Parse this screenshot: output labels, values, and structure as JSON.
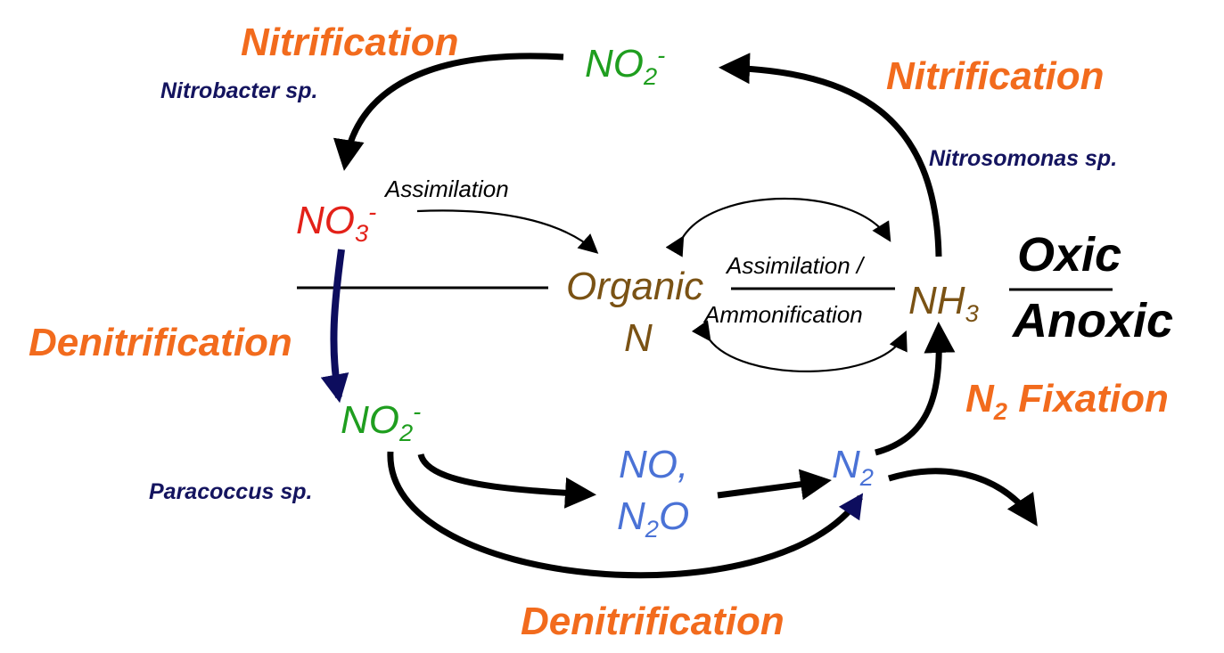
{
  "labels": {
    "nitrification_left": "Nitrification",
    "nitrification_right": "Nitrification",
    "denitrification_left": "Denitrification",
    "denitrification_bottom": "Denitrification",
    "n2_fixation_n": "N",
    "n2_fixation_sub": "2",
    "n2_fixation_rest": "Fixation",
    "nitrobacter": "Nitrobacter sp.",
    "nitrosomonas": "Nitrosomonas sp.",
    "paracoccus": "Paracoccus sp.",
    "assimilation_left": "Assimilation",
    "assimilation_mid": "Assimilation /",
    "ammonification": "Ammonification",
    "oxic": "Oxic",
    "anoxic": "Anoxic"
  },
  "species": {
    "no2_top": {
      "base": "NO",
      "sub": "2",
      "sup": "-"
    },
    "no3": {
      "base": "NO",
      "sub": "3",
      "sup": "-"
    },
    "organic_line1": "Organic",
    "organic_line2": "N",
    "nh3": {
      "base": "NH",
      "sub": "3"
    },
    "no2_bottom": {
      "base": "NO",
      "sub": "2",
      "sup": "-"
    },
    "no_line1": "NO,",
    "n2o": {
      "base1": "N",
      "sub": "2",
      "base2": "O"
    },
    "n2": {
      "base": "N",
      "sub": "2"
    }
  },
  "colors": {
    "process": "#f26b1d",
    "organism": "#14145f",
    "nitrate": "#e32119",
    "nitrite": "#1f9e1f",
    "organic": "#7a5214",
    "gaseous": "#4a72d6",
    "denitrification_arrow": "#0d0d5e"
  }
}
